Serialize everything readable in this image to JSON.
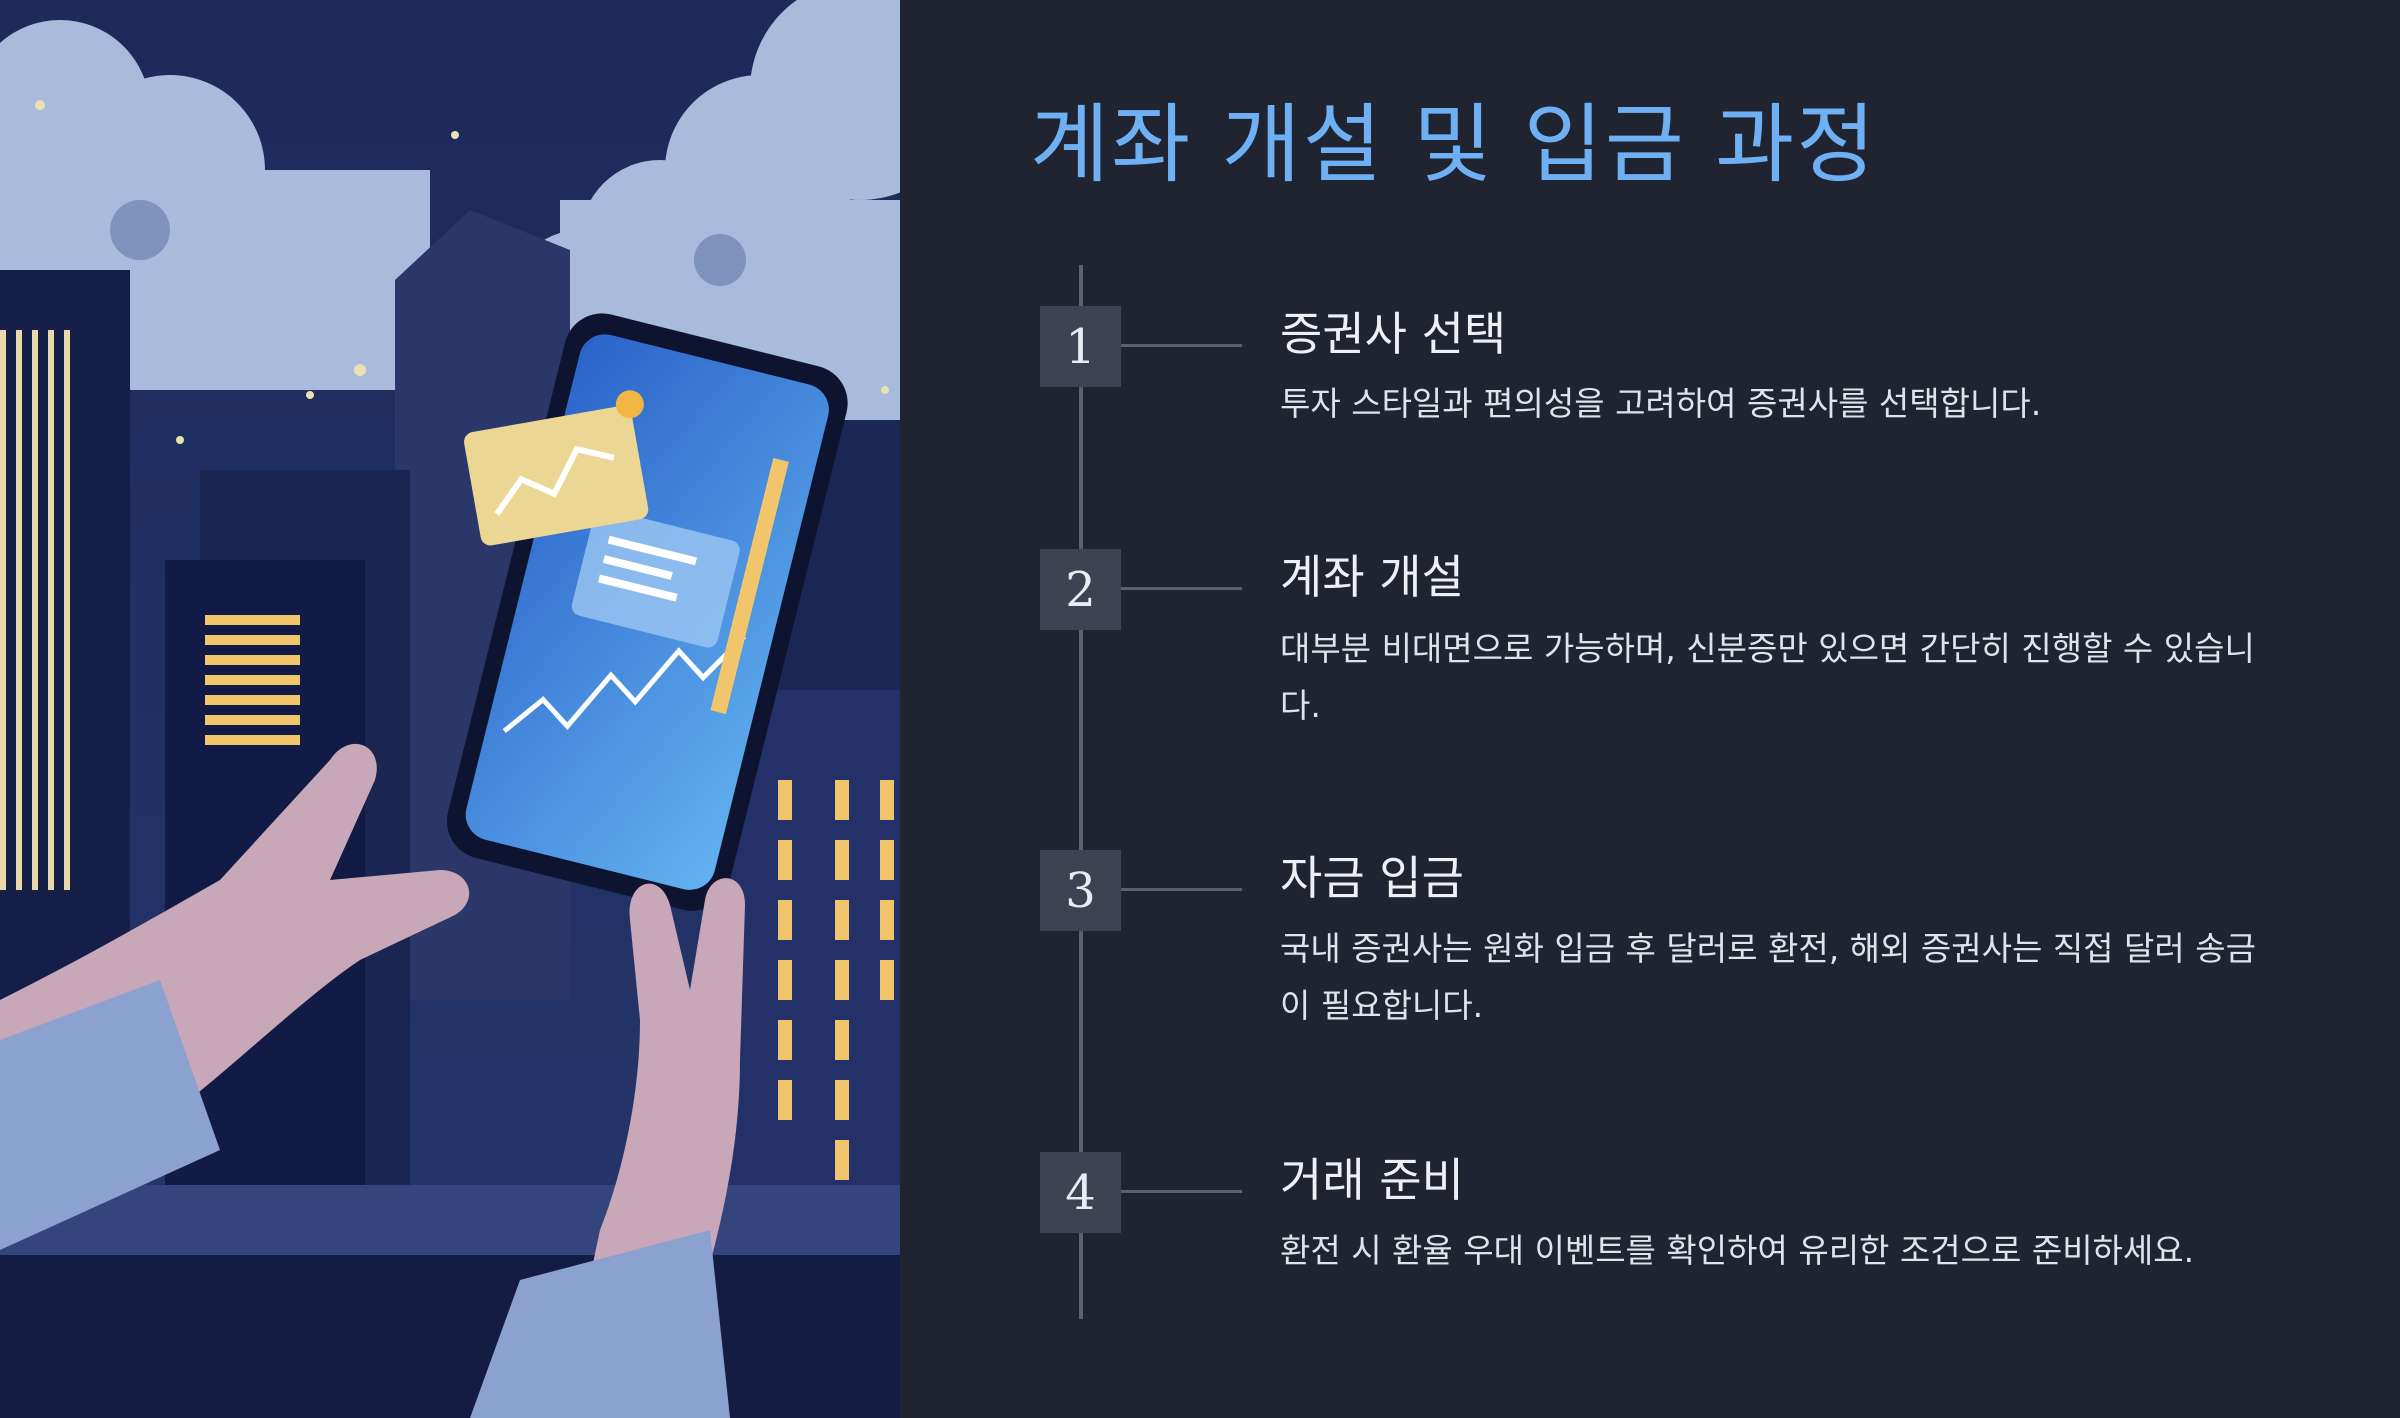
{
  "title": "계좌 개설 및 입금 과정",
  "steps": [
    {
      "number": "1",
      "title": "증권사 선택",
      "description": "투자 스타일과 편의성을 고려하여 증권사를 선택합니다."
    },
    {
      "number": "2",
      "title": "계좌 개설",
      "description": "대부분 비대면으로 가능하며, 신분증만 있으면 간단히 진행할 수 있습니다."
    },
    {
      "number": "3",
      "title": "자금 입금",
      "description": "국내 증권사는 원화 입금 후 달러로 환전, 해외 증권사는 직접 달러 송금이 필요합니다."
    },
    {
      "number": "4",
      "title": "거래 준비",
      "description": "환전 시 환율 우대 이벤트를 확인하여 유리한 조건으로 준비하세요."
    }
  ],
  "colors": {
    "background": "#1f2430",
    "title": "#6fb0f5",
    "badge": "#3d4350",
    "line": "#5b6170"
  }
}
